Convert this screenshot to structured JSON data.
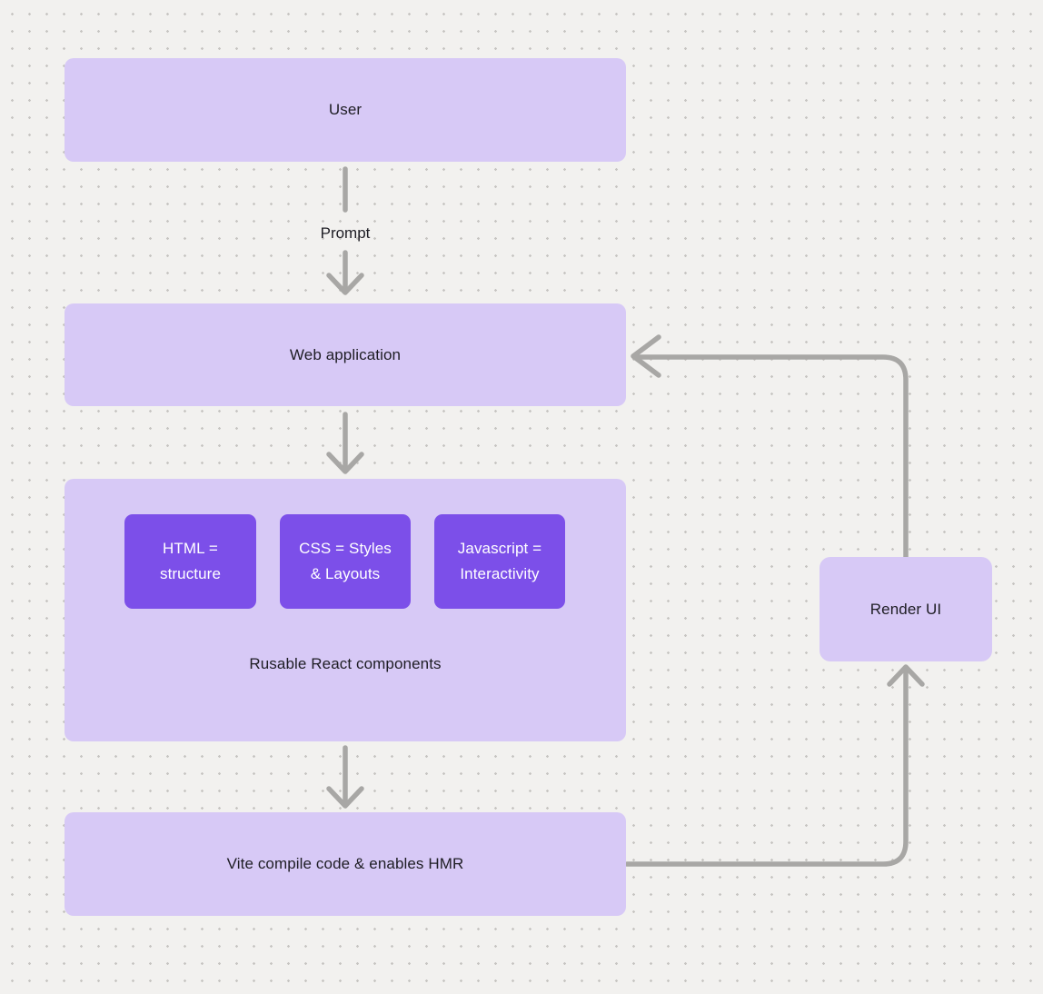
{
  "colors": {
    "background": "#f2f1ef",
    "dot_grid": "#c7c5c2",
    "node_fill_light": "#d7c9f6",
    "node_fill_purple": "#7c4fe9",
    "connector_gray": "#a8a7a5",
    "text_dark": "#1e1d24",
    "text_light": "#ffffff"
  },
  "nodes": {
    "user": {
      "label": "User"
    },
    "web_application": {
      "label": "Web application"
    },
    "components_group": {
      "caption": "Rusable React components",
      "children": [
        {
          "label": "HTML = structure"
        },
        {
          "label": "CSS = Styles & Layouts"
        },
        {
          "label": "Javascript = Interactivity"
        }
      ]
    },
    "vite": {
      "label": "Vite compile code & enables HMR"
    },
    "render_ui": {
      "label": "Render UI"
    }
  },
  "connectors": {
    "prompt_label": "Prompt",
    "edges": [
      "user -> web_application (labeled Prompt)",
      "web_application -> components_group",
      "components_group -> vite",
      "vite -> render_ui",
      "render_ui -> web_application"
    ]
  }
}
